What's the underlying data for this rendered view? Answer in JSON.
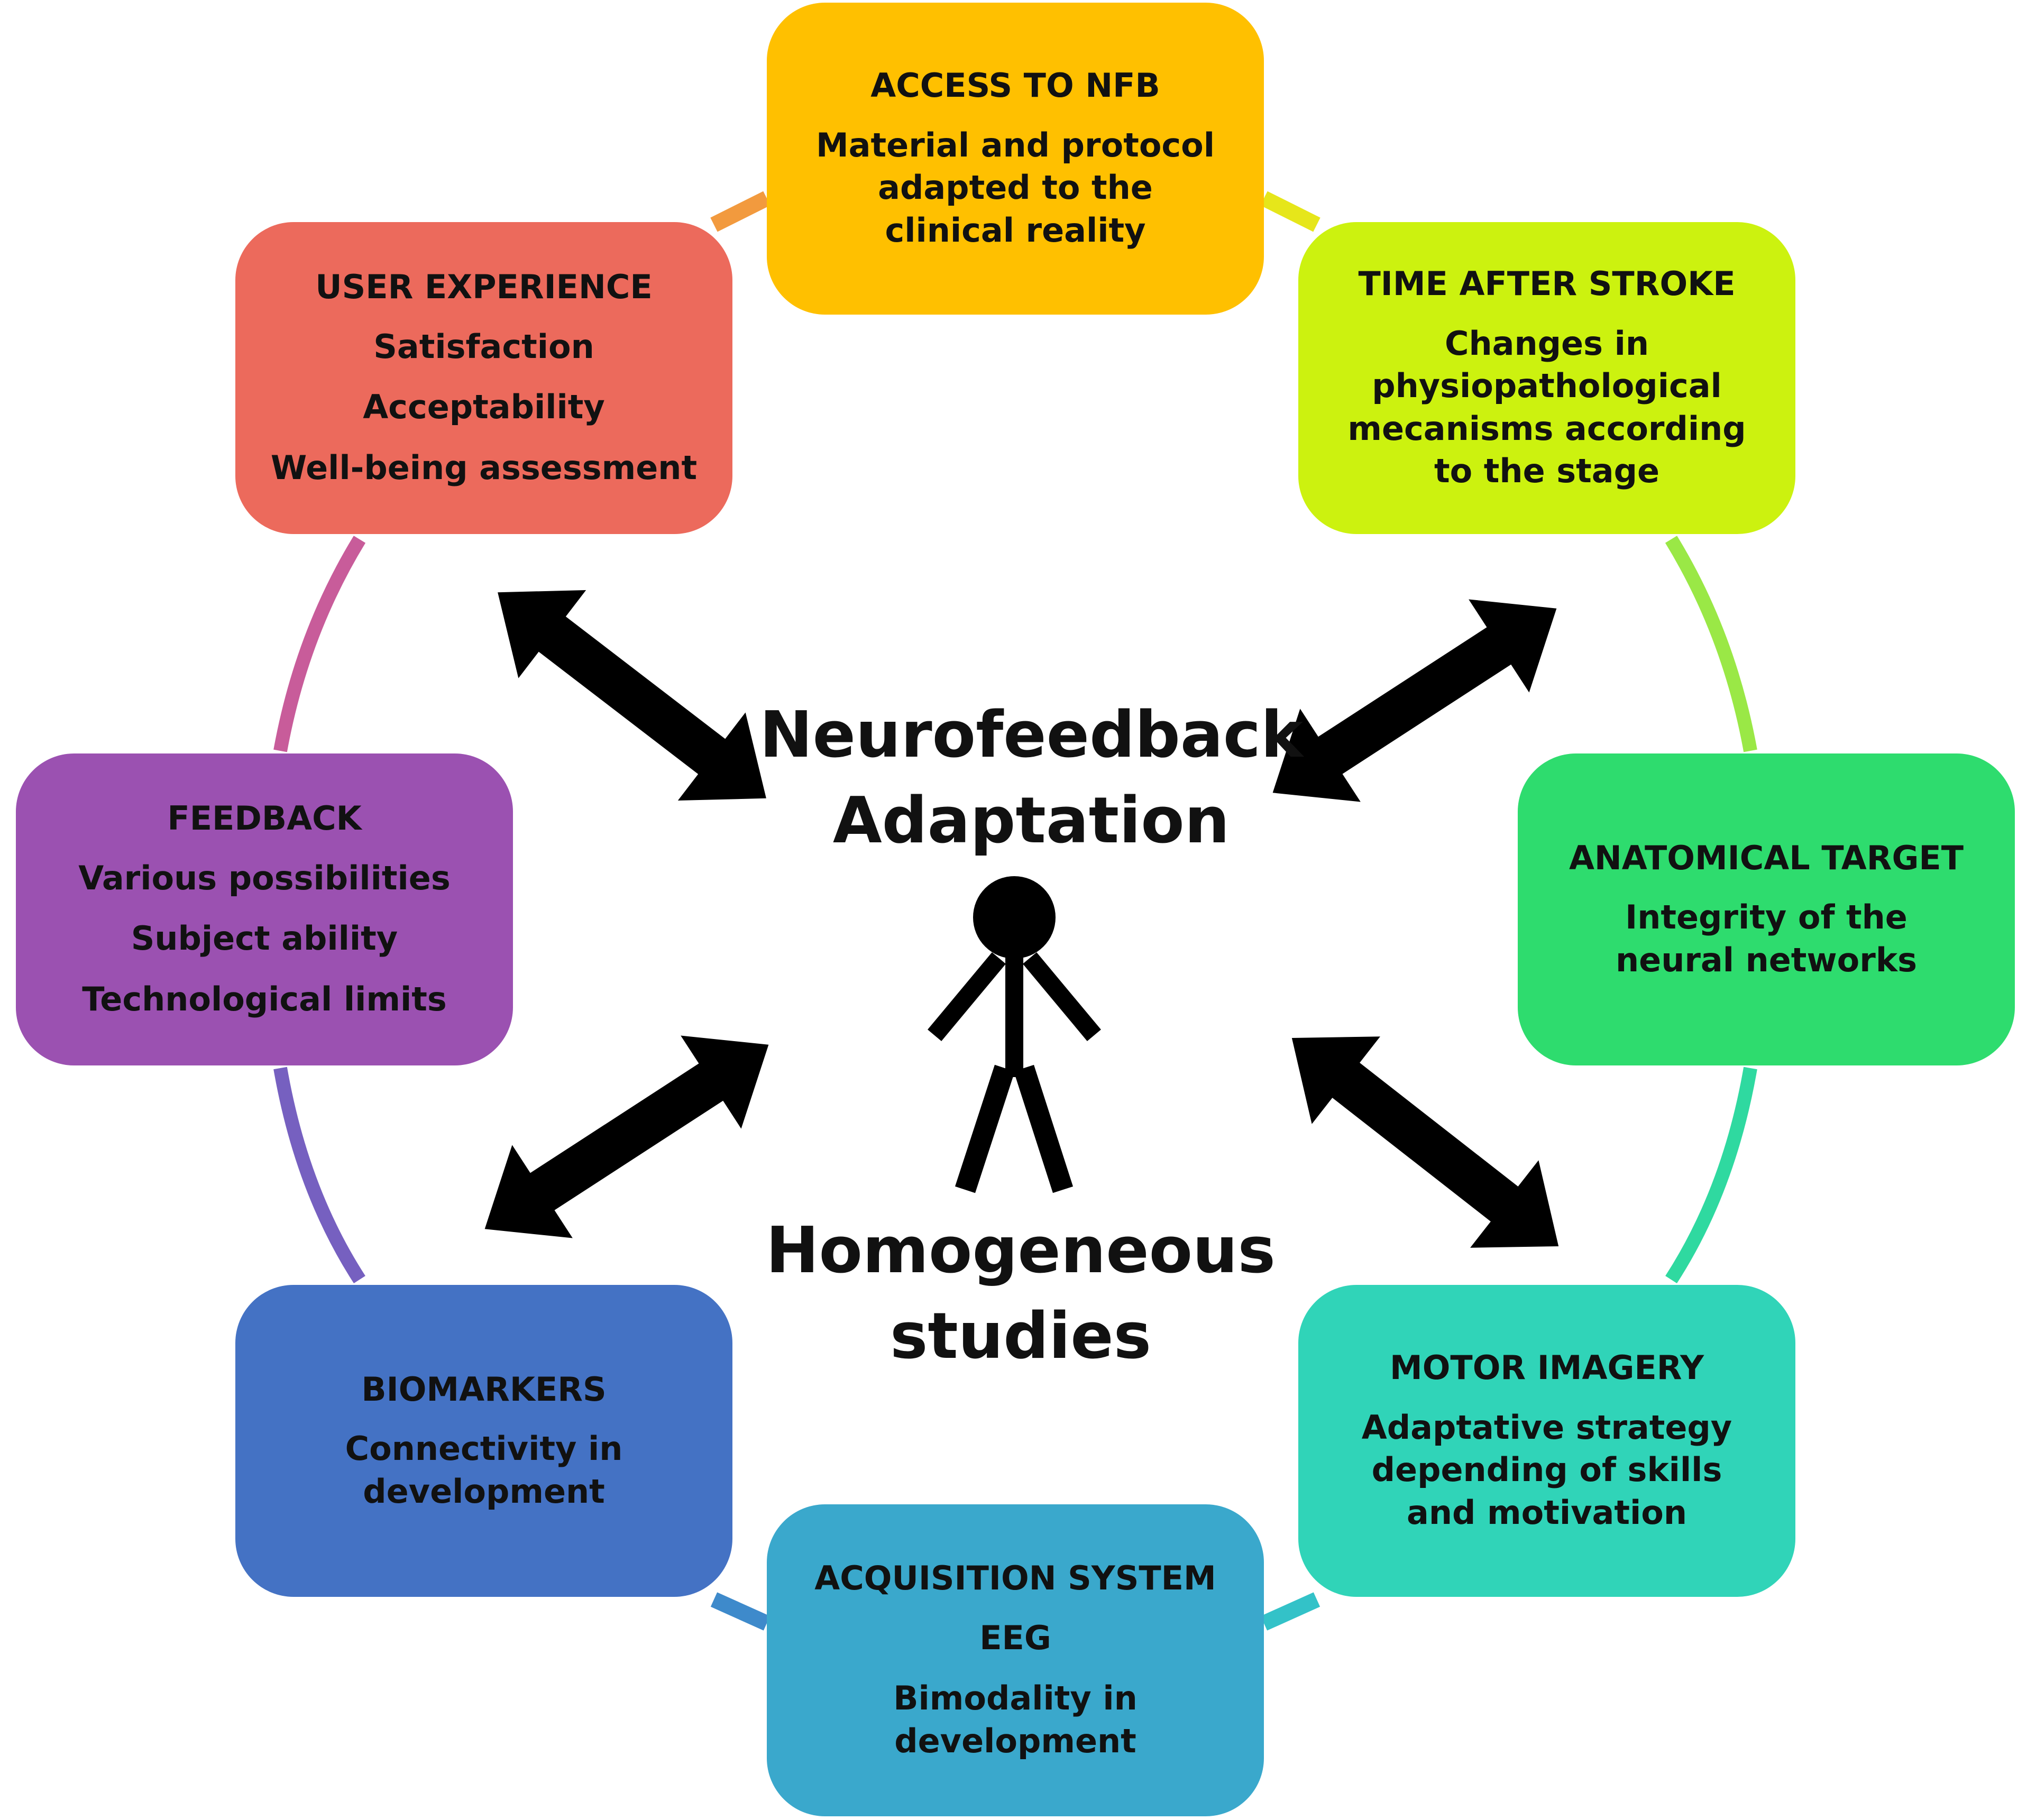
{
  "center": {
    "top_lines": [
      "Neurofeedback",
      "Adaptation"
    ],
    "bottom_lines": [
      "Homogeneous",
      "studies"
    ]
  },
  "boxes": [
    {
      "id": "access-to-nfb",
      "title": "ACCESS TO NFB",
      "lines": [
        "Material and protocol adapted to the clinical reality"
      ],
      "color": "#FFC000"
    },
    {
      "id": "time-after-stroke",
      "title": "TIME AFTER STROKE",
      "lines": [
        "Changes in physiopathological mecanisms according to the stage"
      ],
      "color": "#CCF20F"
    },
    {
      "id": "anatomical-target",
      "title": "ANATOMICAL TARGET",
      "lines": [
        "Integrity of the neural networks"
      ],
      "color": "#2EDC6E"
    },
    {
      "id": "motor-imagery",
      "title": "MOTOR IMAGERY",
      "lines": [
        "Adaptative strategy depending of skills and motivation"
      ],
      "color": "#30D4B8"
    },
    {
      "id": "acquisition-system",
      "title": "ACQUISITION SYSTEM",
      "lines": [
        "EEG",
        "Bimodality in development"
      ],
      "color": "#3AA8CC"
    },
    {
      "id": "biomarkers",
      "title": "BIOMARKERS",
      "lines": [
        "Connectivity in development"
      ],
      "color": "#4472C4"
    },
    {
      "id": "feedback",
      "title": "FEEDBACK",
      "lines": [
        "Various possibilities",
        "Subject ability",
        "Technological limits"
      ],
      "color": "#9B51B1"
    },
    {
      "id": "user-experience",
      "title": "USER EXPERIENCE",
      "lines": [
        "Satisfaction",
        "Acceptability",
        "Well-being assessment"
      ],
      "color": "#EC6A5C"
    }
  ],
  "icons": {
    "center_figure": "stick-figure-icon"
  },
  "arrow_color": "#000000"
}
